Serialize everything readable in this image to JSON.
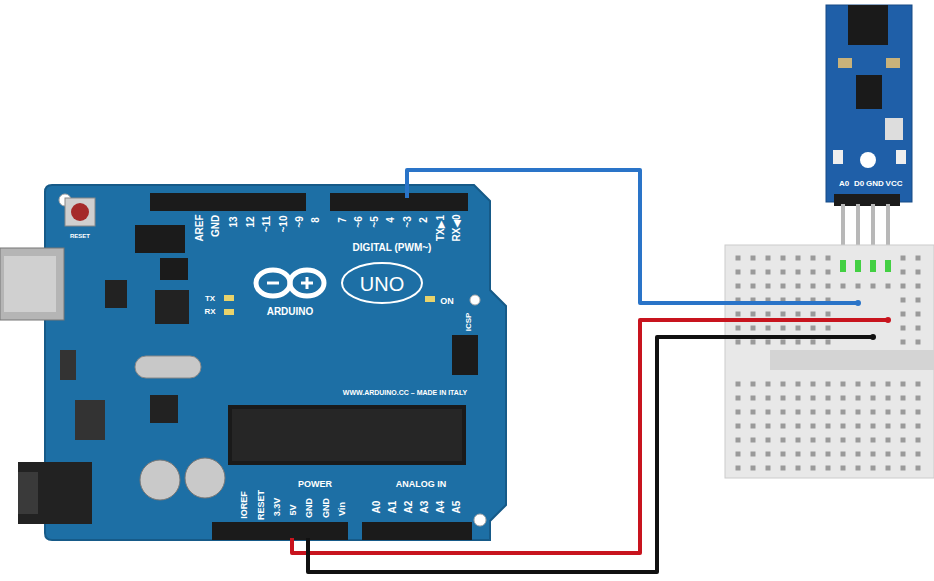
{
  "diagram": {
    "labels": [
      "AREF",
      "GND",
      "13",
      "12",
      "~11",
      "~10",
      "~9",
      "8",
      "7",
      "~6",
      "~5",
      "4",
      "~3",
      "2",
      "TX▶1",
      "RX◀0",
      "DIGITAL (PWM~)",
      "UNO",
      "ARDUINO",
      "TX",
      "RX",
      "ON",
      "ICSP",
      "WWW.ARDUINO.CC – MADE IN ITALY",
      "POWER",
      "ANALOG IN",
      "IOREF",
      "RESET",
      "3.3V",
      "5V",
      "GND",
      "GND",
      "Vin",
      "A0",
      "A1",
      "A2",
      "A3",
      "A4",
      "A5",
      "RESET",
      "A0",
      "D0",
      "GND",
      "VCC"
    ]
  }
}
